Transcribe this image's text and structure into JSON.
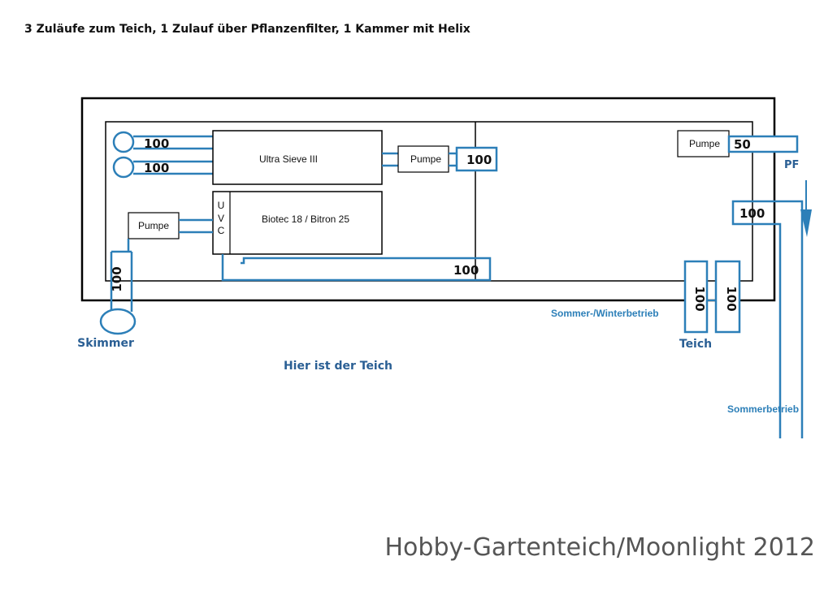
{
  "title": "3 Zuläufe zum Teich, 1 Zulauf über Pflanzenfilter, 1 Kammer mit Helix",
  "components": {
    "ultra_sieve": "Ultra Sieve III",
    "biotec": "Biotec 18 / Bitron 25",
    "uvc": [
      "U",
      "V",
      "C"
    ],
    "pump_left": "Pumpe",
    "pump_middle": "Pumpe",
    "pump_right": "Pumpe"
  },
  "pipes": {
    "inlet_top": "100",
    "inlet_bottom": "100",
    "sieve_outlet": "100",
    "return_bottom": "100",
    "skimmer_pipe": "100",
    "pf_pump": "50",
    "sommer_inlet": "100",
    "teich_left": "100",
    "teich_right": "100"
  },
  "labels": {
    "skimmer": "Skimmer",
    "pond": "Hier ist der Teich",
    "pf": "PF",
    "teich": "Teich",
    "summer_winter": "Sommer-/Winterbetrieb",
    "summer": "Sommerbetrieb"
  },
  "watermark": "Hobby-Gartenteich/Moonlight 2012",
  "colors": {
    "pipe": "#2c7fb8",
    "pipe_label": "#2c7fb8",
    "teich_label": "#2a5f94",
    "outline": "#000000"
  }
}
